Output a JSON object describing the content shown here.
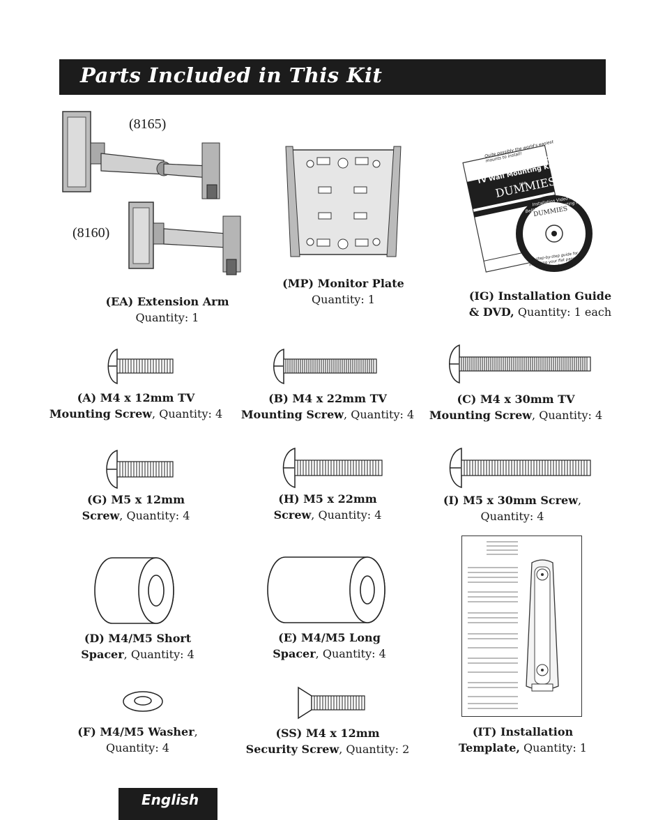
{
  "header": {
    "title": "Parts Included in This Kit"
  },
  "models": {
    "model_a": "(8165)",
    "model_b": "(8160)"
  },
  "parts": {
    "ea": {
      "name": "(EA) Extension Arm",
      "qty": "Quantity: 1"
    },
    "mp": {
      "name": "(MP) Monitor Plate",
      "qty": "Quantity: 1"
    },
    "ig": {
      "name_line1": "(IG) Installation Guide",
      "name_line2": "& DVD,",
      "qty": " Quantity: 1 each"
    },
    "a": {
      "line1": "(A) M4 x 12mm TV",
      "line2": "Mounting Screw",
      "qty": ", Quantity: 4"
    },
    "b": {
      "line1": "(B) M4 x 22mm TV",
      "line2": "Mounting Screw",
      "qty": ", Quantity: 4"
    },
    "c": {
      "line1": "(C) M4 x 30mm TV",
      "line2": "Mounting Screw",
      "qty": ", Quantity: 4"
    },
    "g": {
      "line1": "(G) M5 x 12mm",
      "line2": "Screw",
      "qty": ", Quantity: 4"
    },
    "h": {
      "line1": "(H) M5 x 22mm",
      "line2": "Screw",
      "qty": ", Quantity: 4"
    },
    "i": {
      "line1": "(I) M5 x 30mm Screw",
      "sep": ",",
      "qty": "Quantity: 4"
    },
    "d": {
      "line1": "(D) M4/M5 Short",
      "line2": "Spacer",
      "qty": ", Quantity: 4"
    },
    "e": {
      "line1": "(E) M4/M5 Long",
      "line2": "Spacer",
      "qty": ", Quantity: 4"
    },
    "f": {
      "line1": "(F) M4/M5 Washer",
      "sep": ",",
      "qty": "Quantity: 4"
    },
    "ss": {
      "line1": "(SS) M4 x 12mm",
      "line2": "Security Screw",
      "qty": ", Quantity: 2"
    },
    "it": {
      "line1": "(IT) Installation",
      "line2": "Template,",
      "qty": " Quantity: 1"
    }
  },
  "booklet": {
    "tagline": "Quite possibly the world's easiest mounts to install!",
    "title_line1": "Installation Guide for",
    "title_line2": "TV Wall Mounting Kit",
    "for": "FOR",
    "brand": "DUMMIES",
    "dvd_line1": "Installation Video for",
    "dvd_line2": "Bell'O TV Wall Mounting Kits",
    "dvd_note": "A step-by-step guide for mounting your flat panel TV safely and easily!"
  },
  "footer": {
    "language": "English"
  }
}
